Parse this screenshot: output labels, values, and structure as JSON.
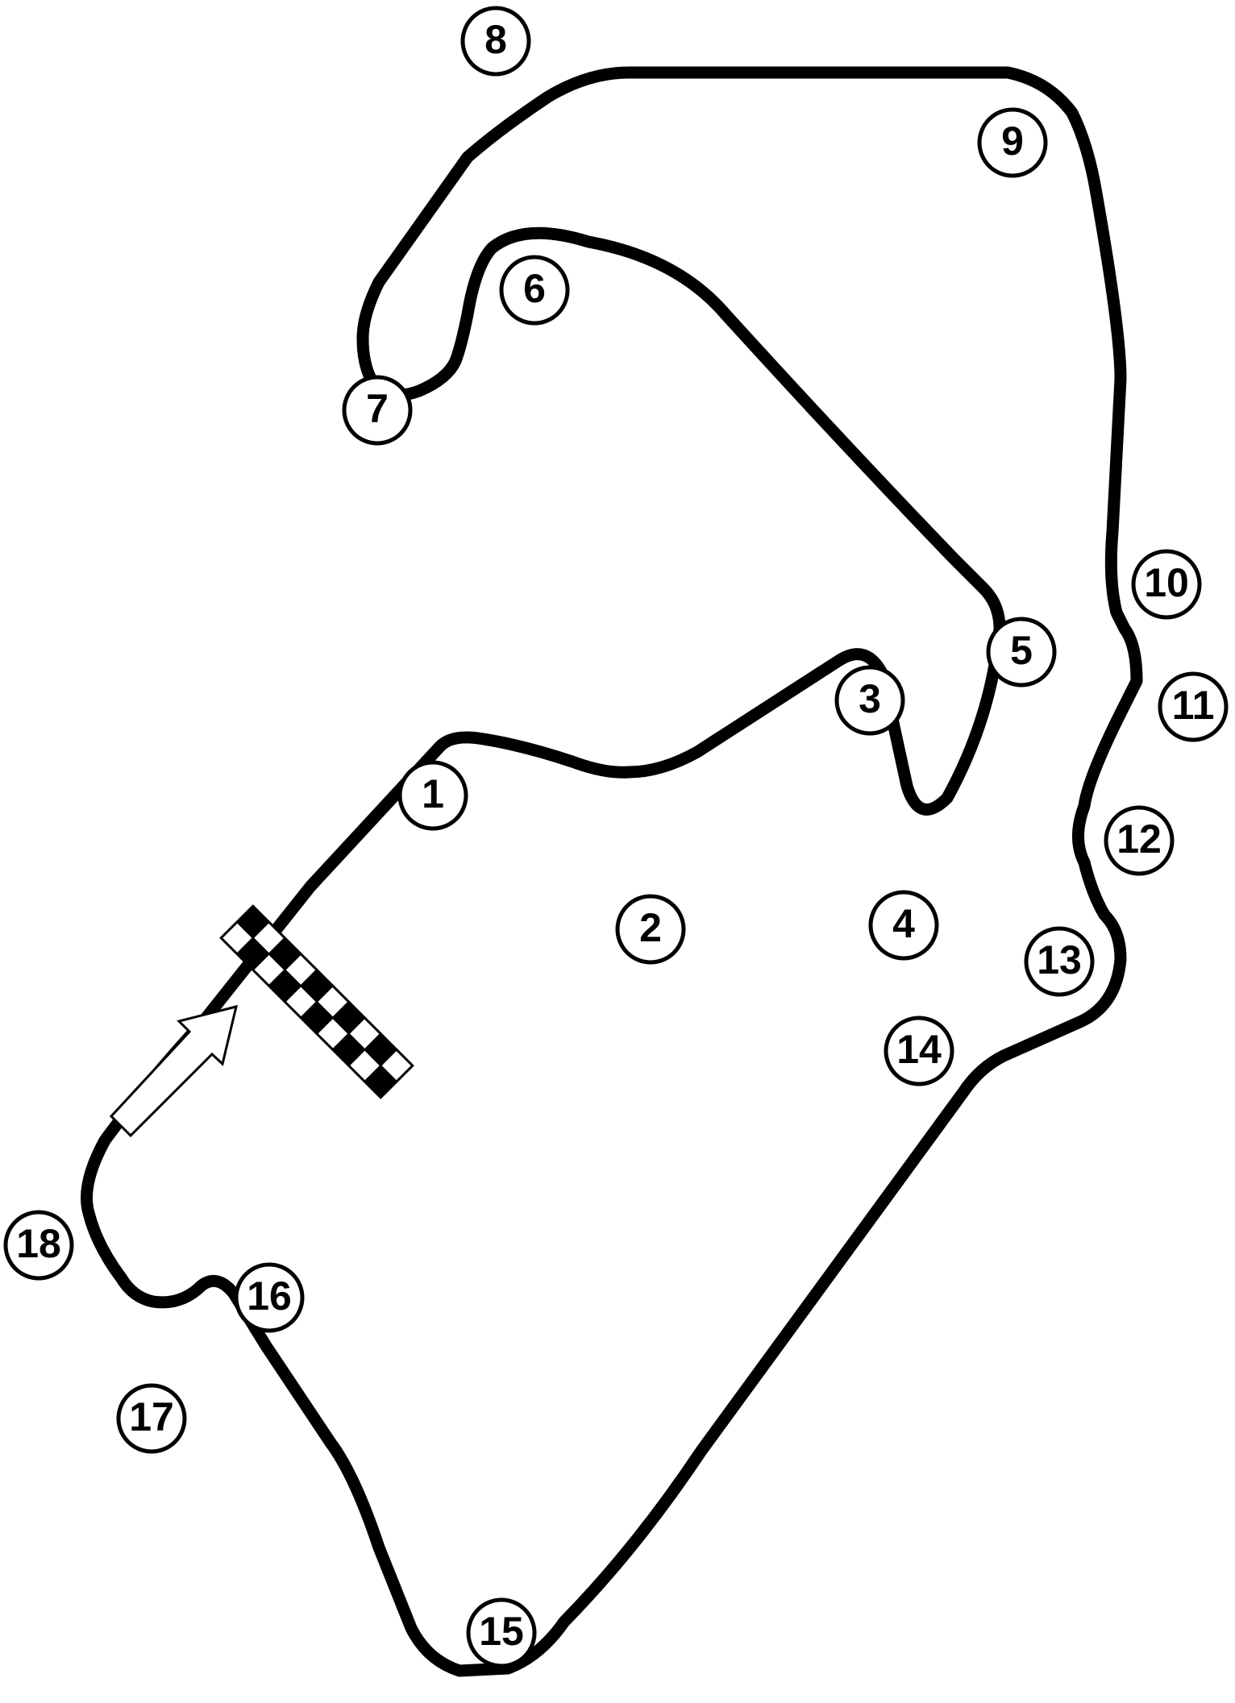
{
  "colors": {
    "background": "#ffffff",
    "track": "#000000",
    "marker_border": "#000000",
    "marker_fill": "#ffffff",
    "label": "#000000",
    "flag_dark": "#000000",
    "flag_light": "#ffffff"
  },
  "icons": {
    "start_finish": "checkered-flag-icon",
    "direction": "direction-arrow-icon"
  },
  "turns": [
    {
      "number": "1"
    },
    {
      "number": "2"
    },
    {
      "number": "3"
    },
    {
      "number": "4"
    },
    {
      "number": "5"
    },
    {
      "number": "6"
    },
    {
      "number": "7"
    },
    {
      "number": "8"
    },
    {
      "number": "9"
    },
    {
      "number": "10"
    },
    {
      "number": "11"
    },
    {
      "number": "12"
    },
    {
      "number": "13"
    },
    {
      "number": "14"
    },
    {
      "number": "15"
    },
    {
      "number": "16"
    },
    {
      "number": "17"
    },
    {
      "number": "18"
    }
  ]
}
